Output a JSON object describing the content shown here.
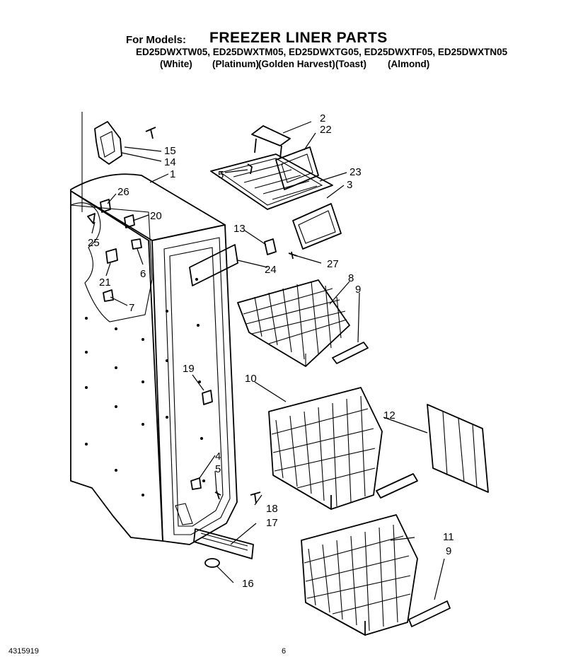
{
  "header": {
    "for_models": "For Models:",
    "title": "FREEZER LINER PARTS",
    "models": "ED25DWXTW05, ED25DWXTM05, ED25DWXTG05, ED25DWXTF05, ED25DWXTN05",
    "colors": [
      "(White)",
      "(Platinum)",
      "(Golden Harvest)",
      "(Toast)",
      "(Almond)"
    ]
  },
  "callouts": [
    "1",
    "2",
    "3",
    "4",
    "5",
    "5",
    "6",
    "7",
    "8",
    "9",
    "9",
    "10",
    "11",
    "12",
    "13",
    "14",
    "15",
    "16",
    "17",
    "18",
    "19",
    "20",
    "21",
    "22",
    "23",
    "24",
    "25",
    "26",
    "27"
  ],
  "footer": {
    "doc_number": "4315919",
    "page": "6"
  }
}
